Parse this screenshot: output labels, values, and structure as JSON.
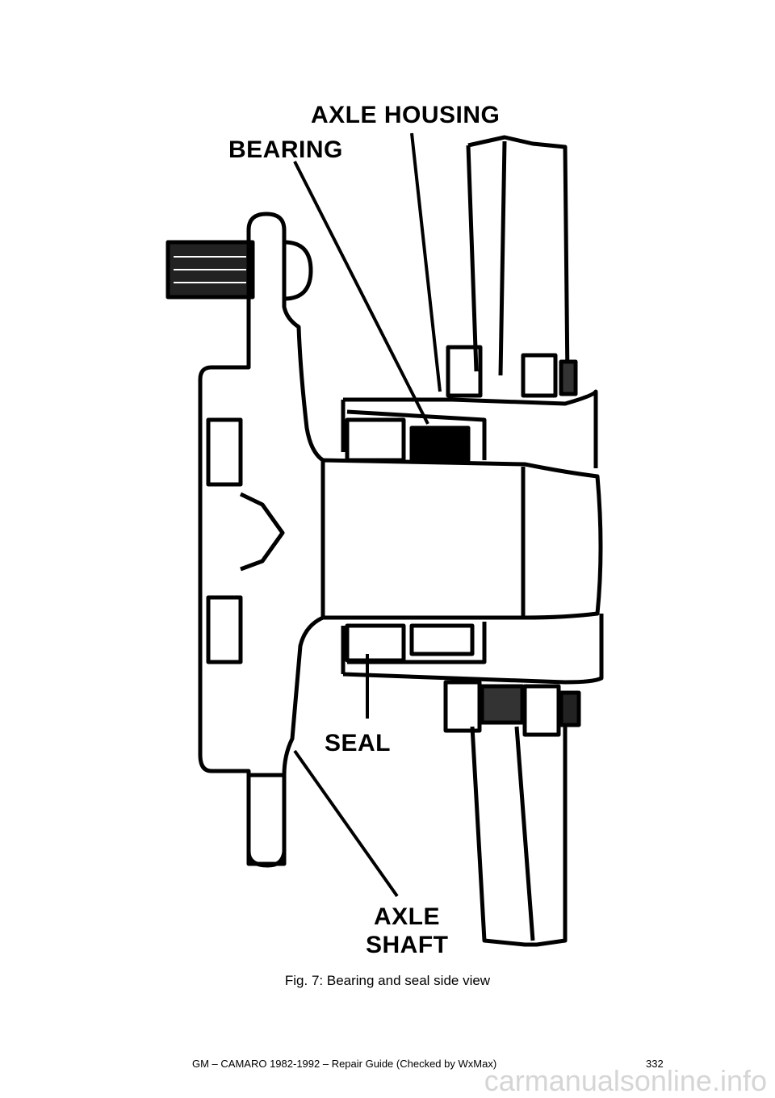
{
  "figure": {
    "labels": {
      "axle_housing": "AXLE HOUSING",
      "bearing": "BEARING",
      "seal": "SEAL",
      "axle": "AXLE",
      "shaft": "SHAFT"
    }
  },
  "caption": "Fig. 7: Bearing and seal side view",
  "footer": {
    "text": "GM – CAMARO 1982-1992 – Repair Guide (Checked by WxMax)",
    "page_number": "332"
  },
  "watermark": "carmanualsonline.info"
}
